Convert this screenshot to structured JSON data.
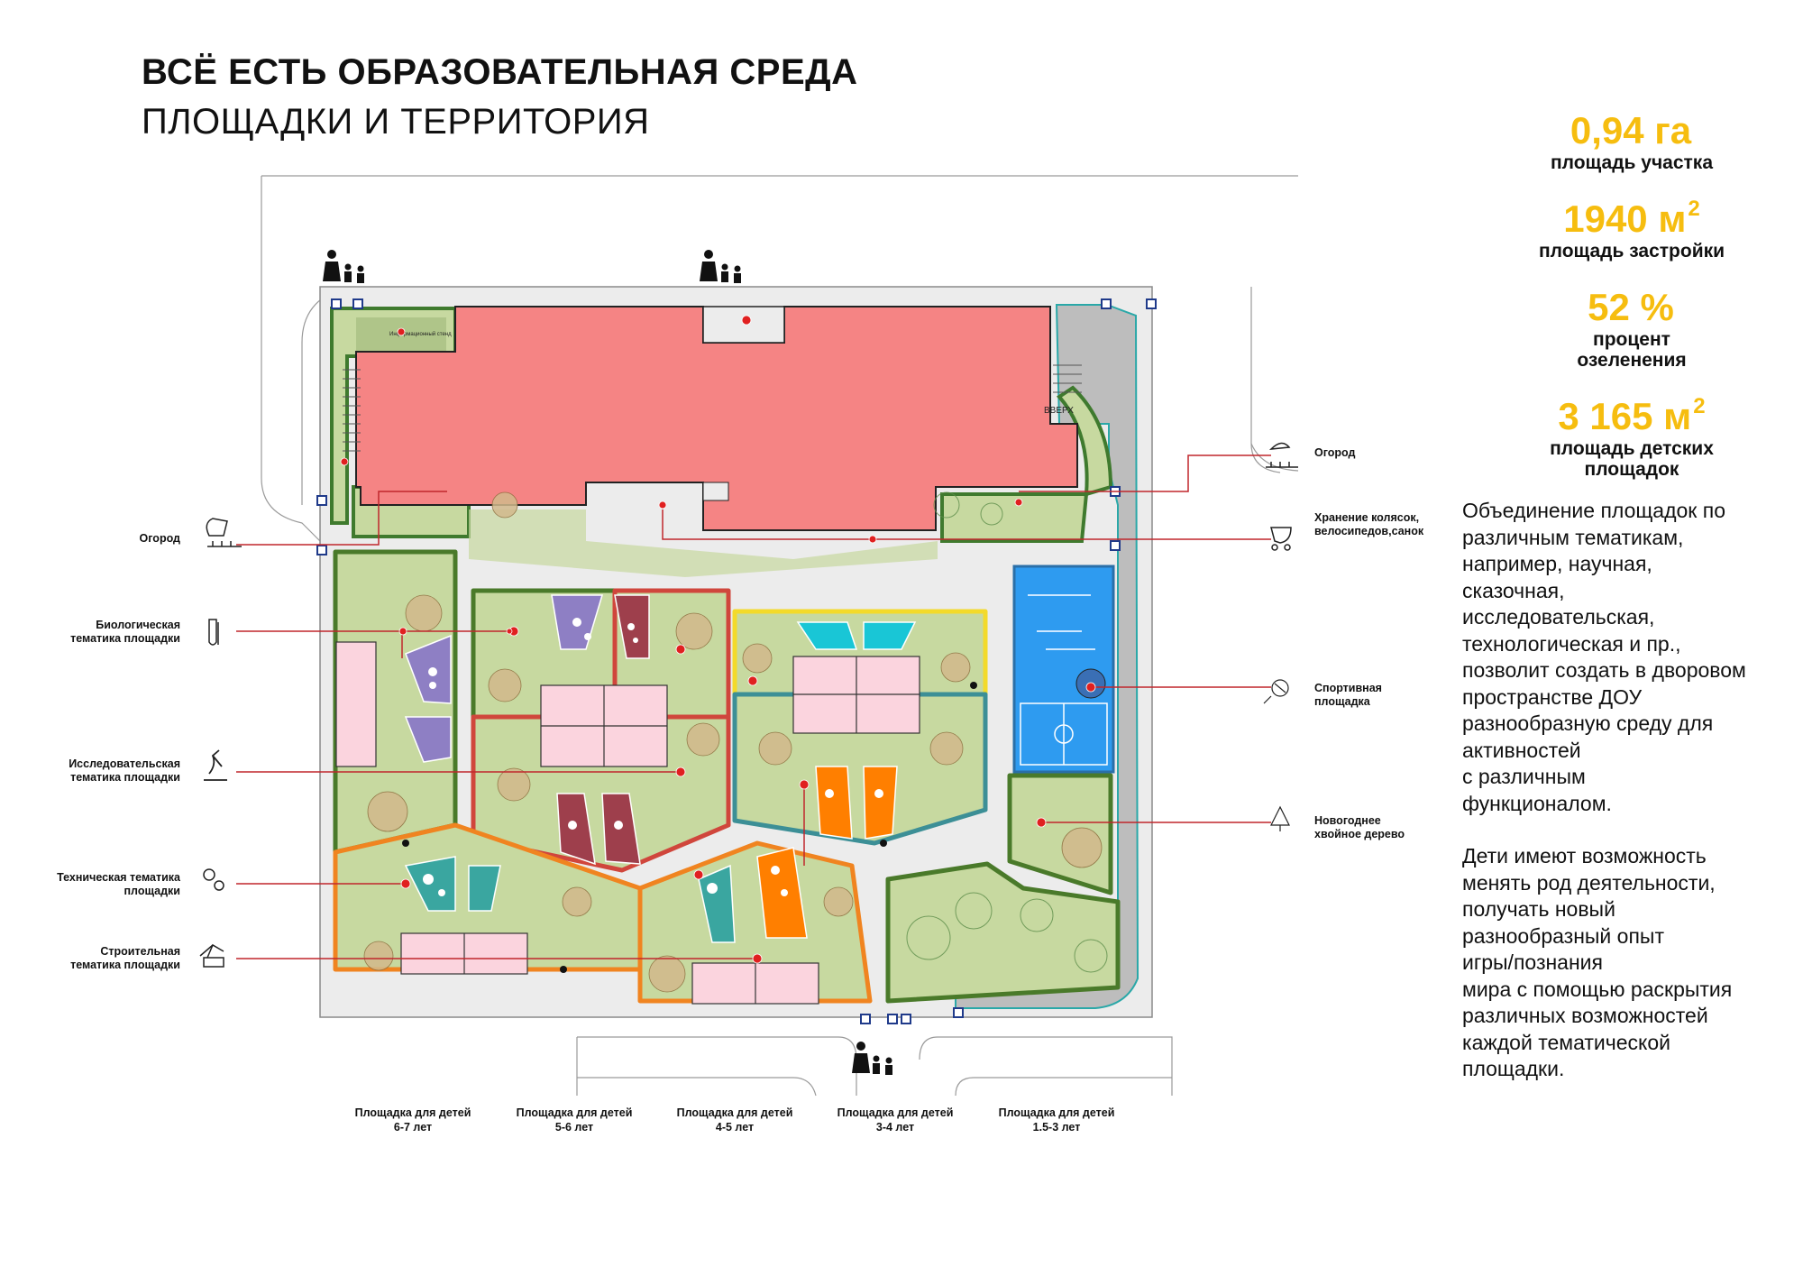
{
  "header": {
    "title": "ВСЁ ЕСТЬ ОБРАЗОВАТЕЛЬНАЯ СРЕДА",
    "subtitle": "ПЛОЩАДКИ И ТЕРРИТОРИЯ"
  },
  "stats": [
    {
      "value": "0,94 га",
      "sup": "",
      "label_lines": [
        "площадь участка"
      ]
    },
    {
      "value": "1940 м",
      "sup": "2",
      "label_lines": [
        "площадь застройки"
      ]
    },
    {
      "value": "52 %",
      "sup": "",
      "label_lines": [
        "процент",
        "озеленения"
      ]
    },
    {
      "value": "3 165 м",
      "sup": "2",
      "label_lines": [
        "площадь детских",
        "площадок"
      ]
    }
  ],
  "description": {
    "paragraph1": [
      "Объединение площадок по",
      "различным тематикам,",
      "например, научная,",
      "сказочная,",
      "исследовательская,",
      "технологическая и пр.,",
      "позволит создать в дворовом",
      "пространстве ДОУ",
      "разнообразную среду для",
      "активностей",
      "с различным",
      "функционалом."
    ],
    "paragraph2": [
      "Дети имеют возможность",
      "менять род деятельности,",
      "получать новый",
      "разнообразный опыт",
      "игры/познания",
      "мира с помощью раскрытия",
      "различных возможностей",
      "каждой тематической",
      "площадки."
    ]
  },
  "annotations_left": [
    {
      "lines": [
        "Огород"
      ],
      "icon": "garden-icon"
    },
    {
      "lines": [
        "Биологическая",
        "тематика площадки"
      ],
      "icon": "test-tube-icon"
    },
    {
      "lines": [
        "Исследовательская",
        "тематика площадки"
      ],
      "icon": "microscope-icon"
    },
    {
      "lines": [
        "Техническая тематика",
        "площадки"
      ],
      "icon": "gears-icon"
    },
    {
      "lines": [
        "Строительная",
        "тематика площадки"
      ],
      "icon": "excavator-icon"
    }
  ],
  "annotations_right": [
    {
      "lines": [
        "Огород"
      ],
      "icon": "garden-icon"
    },
    {
      "lines": [
        "Хранение колясок,",
        "велосипедов,санок"
      ],
      "icon": "stroller-icon"
    },
    {
      "lines": [
        "Спортивная",
        "площадка"
      ],
      "icon": "ball-icon"
    },
    {
      "lines": [
        "Новогоднее",
        "хвойное дерево"
      ],
      "icon": "fir-tree-icon"
    }
  ],
  "age_groups": [
    {
      "lines": [
        "Площадка для детей",
        "6-7 лет"
      ]
    },
    {
      "lines": [
        "Площадка для детей",
        "5-6 лет"
      ]
    },
    {
      "lines": [
        "Площадка для детей",
        "4-5 лет"
      ]
    },
    {
      "lines": [
        "Площадка для детей",
        "3-4 лет"
      ]
    },
    {
      "lines": [
        "Площадка для детей",
        "1.5-3 лет"
      ]
    }
  ],
  "plan_labels": {
    "up": "ВВЕРХ",
    "info": "Информационный стенд"
  },
  "colors": {
    "accent_yellow": "#f6bd0f",
    "building": "#f58484",
    "lawn": "#c7d9a0",
    "path": "#e6e6e6",
    "border_green": "#3f7a2e",
    "leader": "#c0262c",
    "sport": "#2e9bf0",
    "purple": "#8e7fc4",
    "maroon": "#9e3f4c",
    "teal": "#3aa6a0",
    "orange": "#ff7f00",
    "cyan": "#19c6d6",
    "pink": "#fbd4de"
  }
}
